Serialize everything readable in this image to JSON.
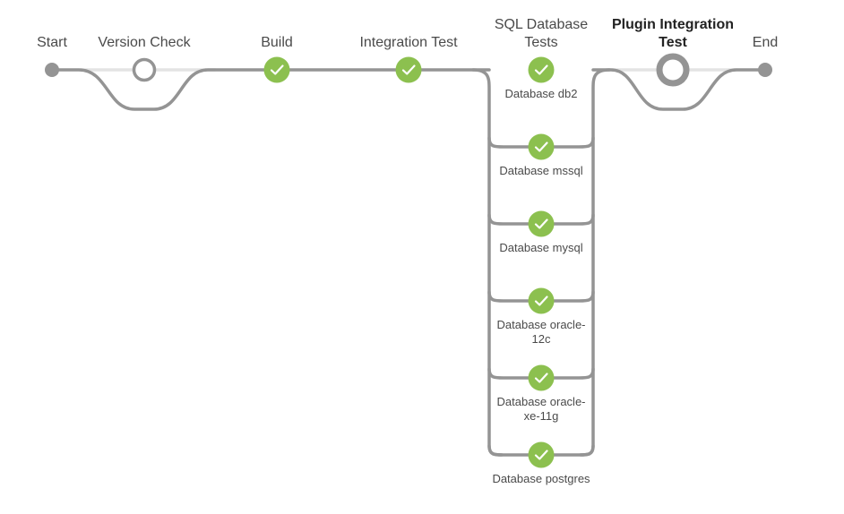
{
  "pipeline": {
    "stages": [
      {
        "key": "start",
        "label": "Start",
        "type": "terminal"
      },
      {
        "key": "version-check",
        "label": "Version Check",
        "status": "not-built"
      },
      {
        "key": "build",
        "label": "Build",
        "status": "success"
      },
      {
        "key": "integration-test",
        "label": "Integration Test",
        "status": "success"
      },
      {
        "key": "sql-database-tests",
        "label": "SQL Database Tests",
        "status": "success"
      },
      {
        "key": "plugin-integration-test",
        "label": "Plugin Integration Test",
        "status": "selected"
      },
      {
        "key": "end",
        "label": "End",
        "type": "terminal"
      }
    ],
    "branches": [
      {
        "key": "db2",
        "label": "Database db2",
        "status": "success"
      },
      {
        "key": "mssql",
        "label": "Database mssql",
        "status": "success"
      },
      {
        "key": "mysql",
        "label": "Database mysql",
        "status": "success"
      },
      {
        "key": "oracle-12c",
        "label": "Database oracle-12c",
        "status": "success"
      },
      {
        "key": "oracle-xe-11g",
        "label": "Database oracle-xe-11g",
        "status": "success"
      },
      {
        "key": "postgres",
        "label": "Database postgres",
        "status": "success"
      }
    ],
    "colors": {
      "connector": "#949494",
      "connector_light": "#e3e3e3",
      "success": "#8cc04f",
      "check": "#ffffff",
      "terminal": "#949494",
      "hollow": "#949494"
    },
    "icons": {
      "success": "check-icon",
      "not-built": "hollow-circle-icon",
      "selected": "ring-icon",
      "terminal": "dot-icon"
    }
  }
}
